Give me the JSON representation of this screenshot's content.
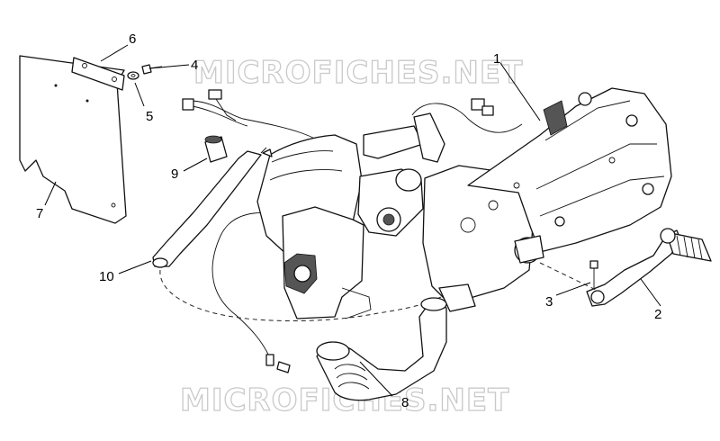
{
  "watermark": {
    "top": "MICROFICHES.NET",
    "bottom": "MICROFICHES.NET"
  },
  "callouts": [
    {
      "id": "c1",
      "label": "1"
    },
    {
      "id": "c2",
      "label": "2"
    },
    {
      "id": "c3",
      "label": "3"
    },
    {
      "id": "c4",
      "label": "4"
    },
    {
      "id": "c5",
      "label": "5"
    },
    {
      "id": "c6",
      "label": "6"
    },
    {
      "id": "c7",
      "label": "7"
    },
    {
      "id": "c8",
      "label": "8"
    },
    {
      "id": "c9",
      "label": "9"
    },
    {
      "id": "c10",
      "label": "10"
    }
  ]
}
